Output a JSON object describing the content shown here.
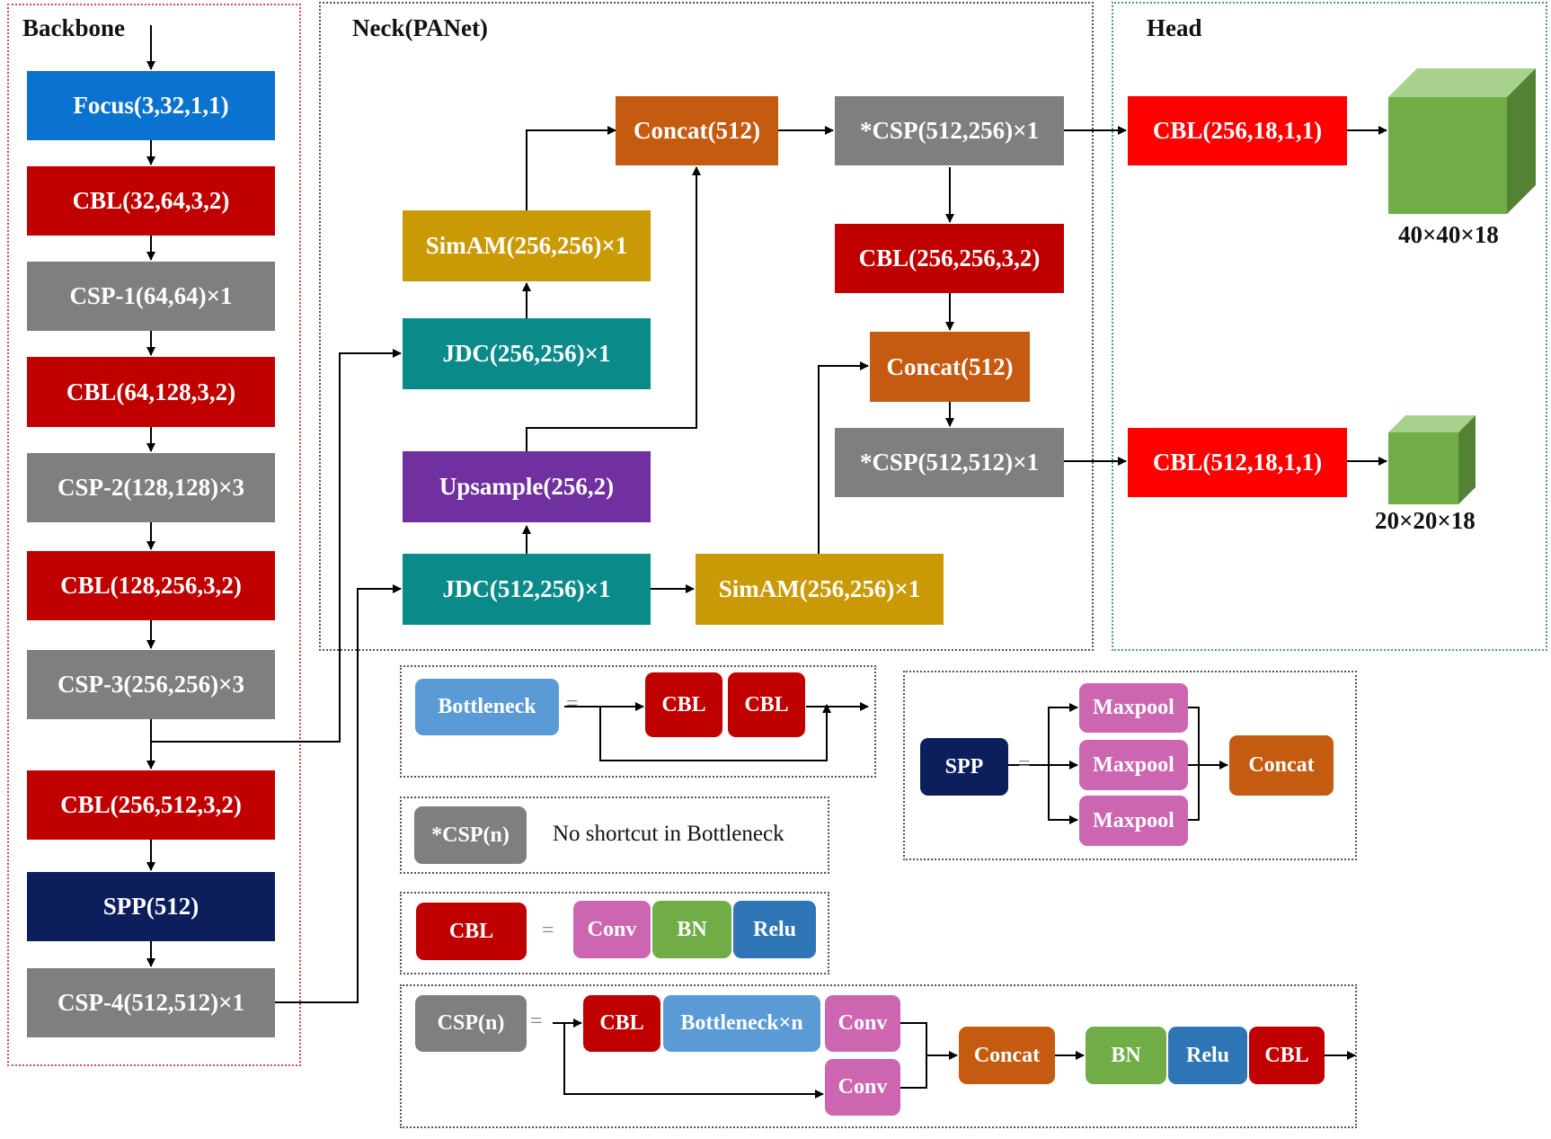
{
  "sections": {
    "backbone": "Backbone",
    "neck": "Neck(PANet)",
    "head": "Head"
  },
  "backbone": {
    "focus": "Focus(3,32,1,1)",
    "cbl1": "CBL(32,64,3,2)",
    "csp1": "CSP-1(64,64)×1",
    "cbl2": "CBL(64,128,3,2)",
    "csp2": "CSP-2(128,128)×3",
    "cbl3": "CBL(128,256,3,2)",
    "csp3": "CSP-3(256,256)×3",
    "cbl4": "CBL(256,512,3,2)",
    "spp": "SPP(512)",
    "csp4": "CSP-4(512,512)×1"
  },
  "neck": {
    "concat_top": "Concat(512)",
    "simam_top": "SimAM(256,256)×1",
    "jdc_top": "JDC(256,256)×1",
    "upsample": "Upsample(256,2)",
    "jdc_bottom": "JDC(512,256)×1",
    "simam_bottom": "SimAM(256,256)×1",
    "csp_top": "*CSP(512,256)×1",
    "cbl_mid": "CBL(256,256,3,2)",
    "concat_mid": "Concat(512)",
    "csp_bottom": "*CSP(512,512)×1"
  },
  "head": {
    "cbl_top": "CBL(256,18,1,1)",
    "cbl_bottom": "CBL(512,18,1,1)",
    "out_top": "40×40×18",
    "out_bottom": "20×20×18"
  },
  "legend": {
    "eq": "=",
    "bottleneck": {
      "name": "Bottleneck",
      "cbl1": "CBL",
      "cbl2": "CBL"
    },
    "csp_star": {
      "name": "*CSP(n)",
      "note": "No shortcut in Bottleneck"
    },
    "cbl": {
      "name": "CBL",
      "conv": "Conv",
      "bn": "BN",
      "relu": "Relu"
    },
    "csp": {
      "name": "CSP(n)",
      "cbl": "CBL",
      "bottleneck": "Bottleneck×n",
      "conv1": "Conv",
      "conv2": "Conv",
      "concat": "Concat",
      "bn": "BN",
      "relu": "Relu",
      "cbl_out": "CBL"
    },
    "spp": {
      "name": "SPP",
      "maxpool1": "Maxpool",
      "maxpool2": "Maxpool",
      "maxpool3": "Maxpool",
      "concat": "Concat"
    }
  },
  "colors": {
    "focus": "#0a72cf",
    "cbl": "#c00000",
    "csp": "#7f7f7f",
    "spp": "#0c1f5c",
    "jdc": "#0b8a8a",
    "simam": "#c99a06",
    "concat": "#c55a11",
    "upsample": "#7030a0",
    "head_cbl": "#ff0000",
    "bottleneck": "#5b9bd5",
    "conv": "#cc66b0",
    "bn": "#70ad47",
    "relu": "#2e75b6",
    "cube": "#70ad47"
  }
}
